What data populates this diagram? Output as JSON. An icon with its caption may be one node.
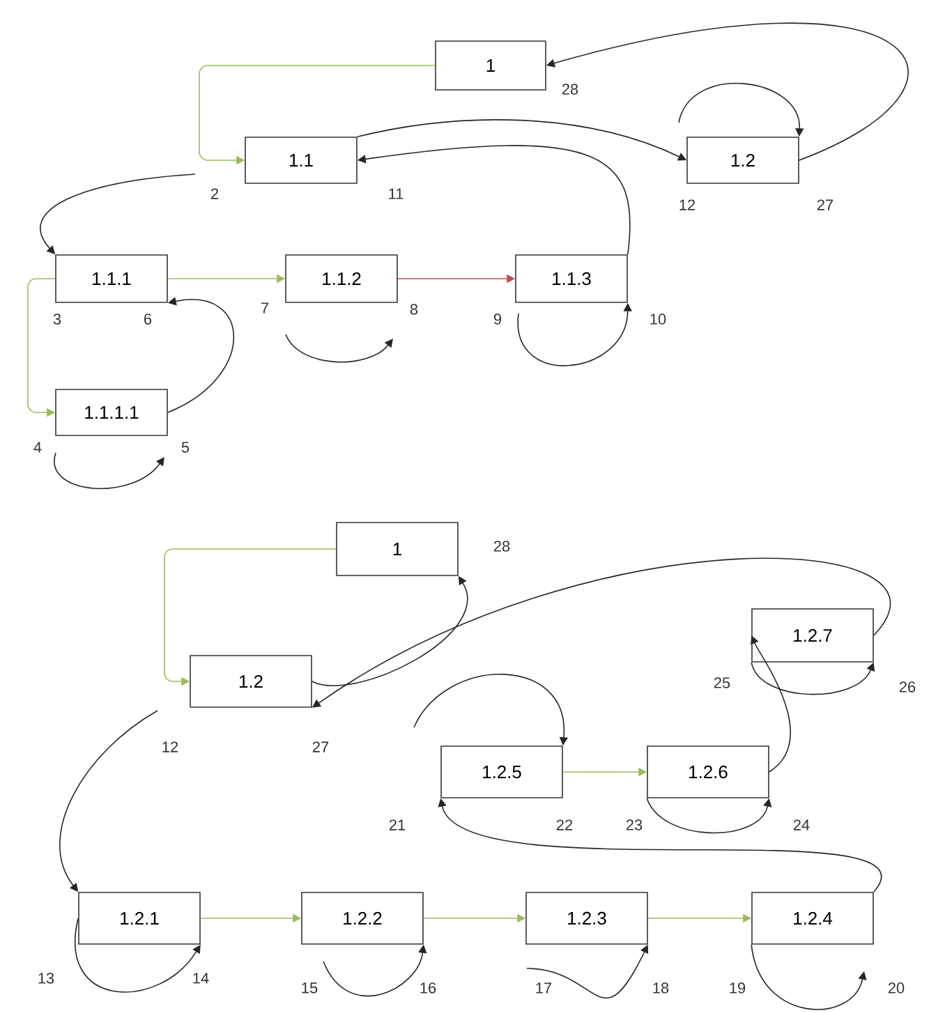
{
  "diagram": {
    "nodes": [
      {
        "text": [
          "1"
        ]
      },
      {
        "text": [
          "1.1"
        ]
      },
      {
        "text": [
          "1.2"
        ]
      },
      {
        "text": [
          "1.1.1"
        ]
      },
      {
        "text": [
          "1.1.2"
        ]
      },
      {
        "text": [
          "1.1.3"
        ]
      },
      {
        "text": [
          "1.1.1.1"
        ]
      },
      {
        "text": [
          "1"
        ]
      },
      {
        "text": [
          "1.2"
        ]
      },
      {
        "text": [
          "1.2.7"
        ]
      },
      {
        "text": [
          "1.2.5"
        ]
      },
      {
        "text": [
          "1.2.6"
        ]
      },
      {
        "text": [
          "1.2.1"
        ]
      },
      {
        "text": [
          "1.2.2"
        ]
      },
      {
        "text": [
          "1.2.3"
        ]
      },
      {
        "text": [
          "1.2.4"
        ]
      }
    ],
    "edges": [
      {
        "from": 0,
        "to": 1,
        "arrow": "to",
        "color": "#9bbb59"
      },
      {
        "from": 3,
        "to": 4,
        "arrow": "to",
        "color": "#9bbb59"
      },
      {
        "from": 4,
        "to": 5,
        "arrow": "to",
        "color": "#c0504d"
      },
      {
        "from": 3,
        "to": 6,
        "arrow": "to",
        "color": "#9bbb59"
      },
      {
        "from": 1,
        "to": 2,
        "arrow": "to"
      },
      {
        "from": 5,
        "to": 1,
        "arrow": "to"
      },
      {
        "from": 2,
        "to": 0,
        "arrow": "to"
      },
      {
        "from": 6,
        "to": 3,
        "arrow": "to"
      },
      {
        "from": null,
        "to": 3,
        "arrow": "to"
      },
      {
        "from": null,
        "to": 2,
        "arrow": "to"
      },
      {
        "from": null,
        "to": 5,
        "arrow": "to"
      },
      {
        "from": 7,
        "to": 8,
        "arrow": "to",
        "color": "#9bbb59"
      },
      {
        "from": 8,
        "to": 7,
        "arrow": "to"
      },
      {
        "from": 9,
        "to": 8,
        "arrow": "to"
      },
      {
        "from": 11,
        "to": 9,
        "arrow": "to"
      },
      {
        "from": 9,
        "to": 9,
        "arrow": "to"
      },
      {
        "from": 10,
        "to": 11,
        "arrow": "to",
        "color": "#9bbb59"
      },
      {
        "from": null,
        "to": 10,
        "arrow": "to"
      },
      {
        "from": 11,
        "to": 11,
        "arrow": "to"
      },
      {
        "from": 15,
        "to": 10,
        "arrow": "to"
      },
      {
        "from": null,
        "to": 12,
        "arrow": "to"
      },
      {
        "from": 12,
        "to": 12,
        "arrow": "to"
      },
      {
        "from": 12,
        "to": 13,
        "arrow": "to",
        "color": "#9bbb59"
      },
      {
        "from": 13,
        "to": 14,
        "arrow": "to",
        "color": "#9bbb59"
      },
      {
        "from": 14,
        "to": 15,
        "arrow": "to",
        "color": "#9bbb59"
      },
      {
        "from": null,
        "to": 13,
        "arrow": "to"
      },
      {
        "from": null,
        "to": 14,
        "arrow": "to"
      },
      {
        "from": 15,
        "to": null,
        "arrow": "to"
      }
    ],
    "labels": [
      "28",
      "2",
      "11",
      "12",
      "27",
      "3",
      "6",
      "7",
      "8",
      "9",
      "10",
      "4",
      "5",
      "28",
      "25",
      "26",
      "12",
      "27",
      "21",
      "22",
      "23",
      "24",
      "13",
      "14",
      "15",
      "16",
      "17",
      "18",
      "19",
      "20"
    ]
  }
}
